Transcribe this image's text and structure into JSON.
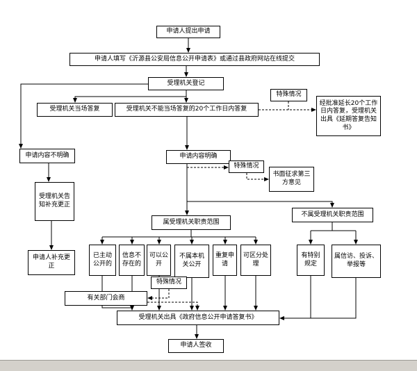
{
  "diagram": {
    "colors": {
      "line": "#000000",
      "box_background": "#ffffff",
      "box_border": "#000000",
      "footer_strip": "#d4d1cb"
    },
    "nodes": {
      "submit": {
        "label": "申请人提出申请"
      },
      "fill_form": {
        "label": "申请人填写《沂源县公安局信息公开申请表》或通过县政府网站在线提交"
      },
      "register": {
        "label": "受理机关登记"
      },
      "special_1": {
        "label": "特殊情况"
      },
      "onsite_reply": {
        "label": "受理机关当场答复"
      },
      "reply_20days": {
        "label": "受理机关不能当场答复的20个工作日内答复"
      },
      "extension": {
        "label": "经批准延长20个工作日内答复，受理机关出具《延期答复告知书》"
      },
      "unclear": {
        "label": "申请内容不明确"
      },
      "clear": {
        "label": "申请内容明确"
      },
      "special_2": {
        "label": "特殊情况"
      },
      "third_party": {
        "label": "书面征求第三方意见"
      },
      "notify_supplement": {
        "label": "受理机关告知补充更正"
      },
      "in_scope": {
        "label": "属受理机关职责范围"
      },
      "out_scope": {
        "label": "不属受理机关职责范围"
      },
      "applicant_supplement": {
        "label": "申请人补充更正"
      },
      "already_public": {
        "label": "已主动公开的"
      },
      "not_exist": {
        "label": "信息不存在的"
      },
      "can_public": {
        "label": "可以公开"
      },
      "not_this_org": {
        "label": "不属本机关公开"
      },
      "duplicate": {
        "label": "重复申请"
      },
      "separable": {
        "label": "可区分处理"
      },
      "special_rules": {
        "label": "有特别规定"
      },
      "petition": {
        "label": "属信访、投诉、举报等"
      },
      "special_3": {
        "label": "特殊情况"
      },
      "consult": {
        "label": "有关部门会商"
      },
      "reply_doc": {
        "label": "受理机关出具《政府信息公开申请答复书》"
      },
      "sign": {
        "label": "申请人签收"
      }
    }
  }
}
